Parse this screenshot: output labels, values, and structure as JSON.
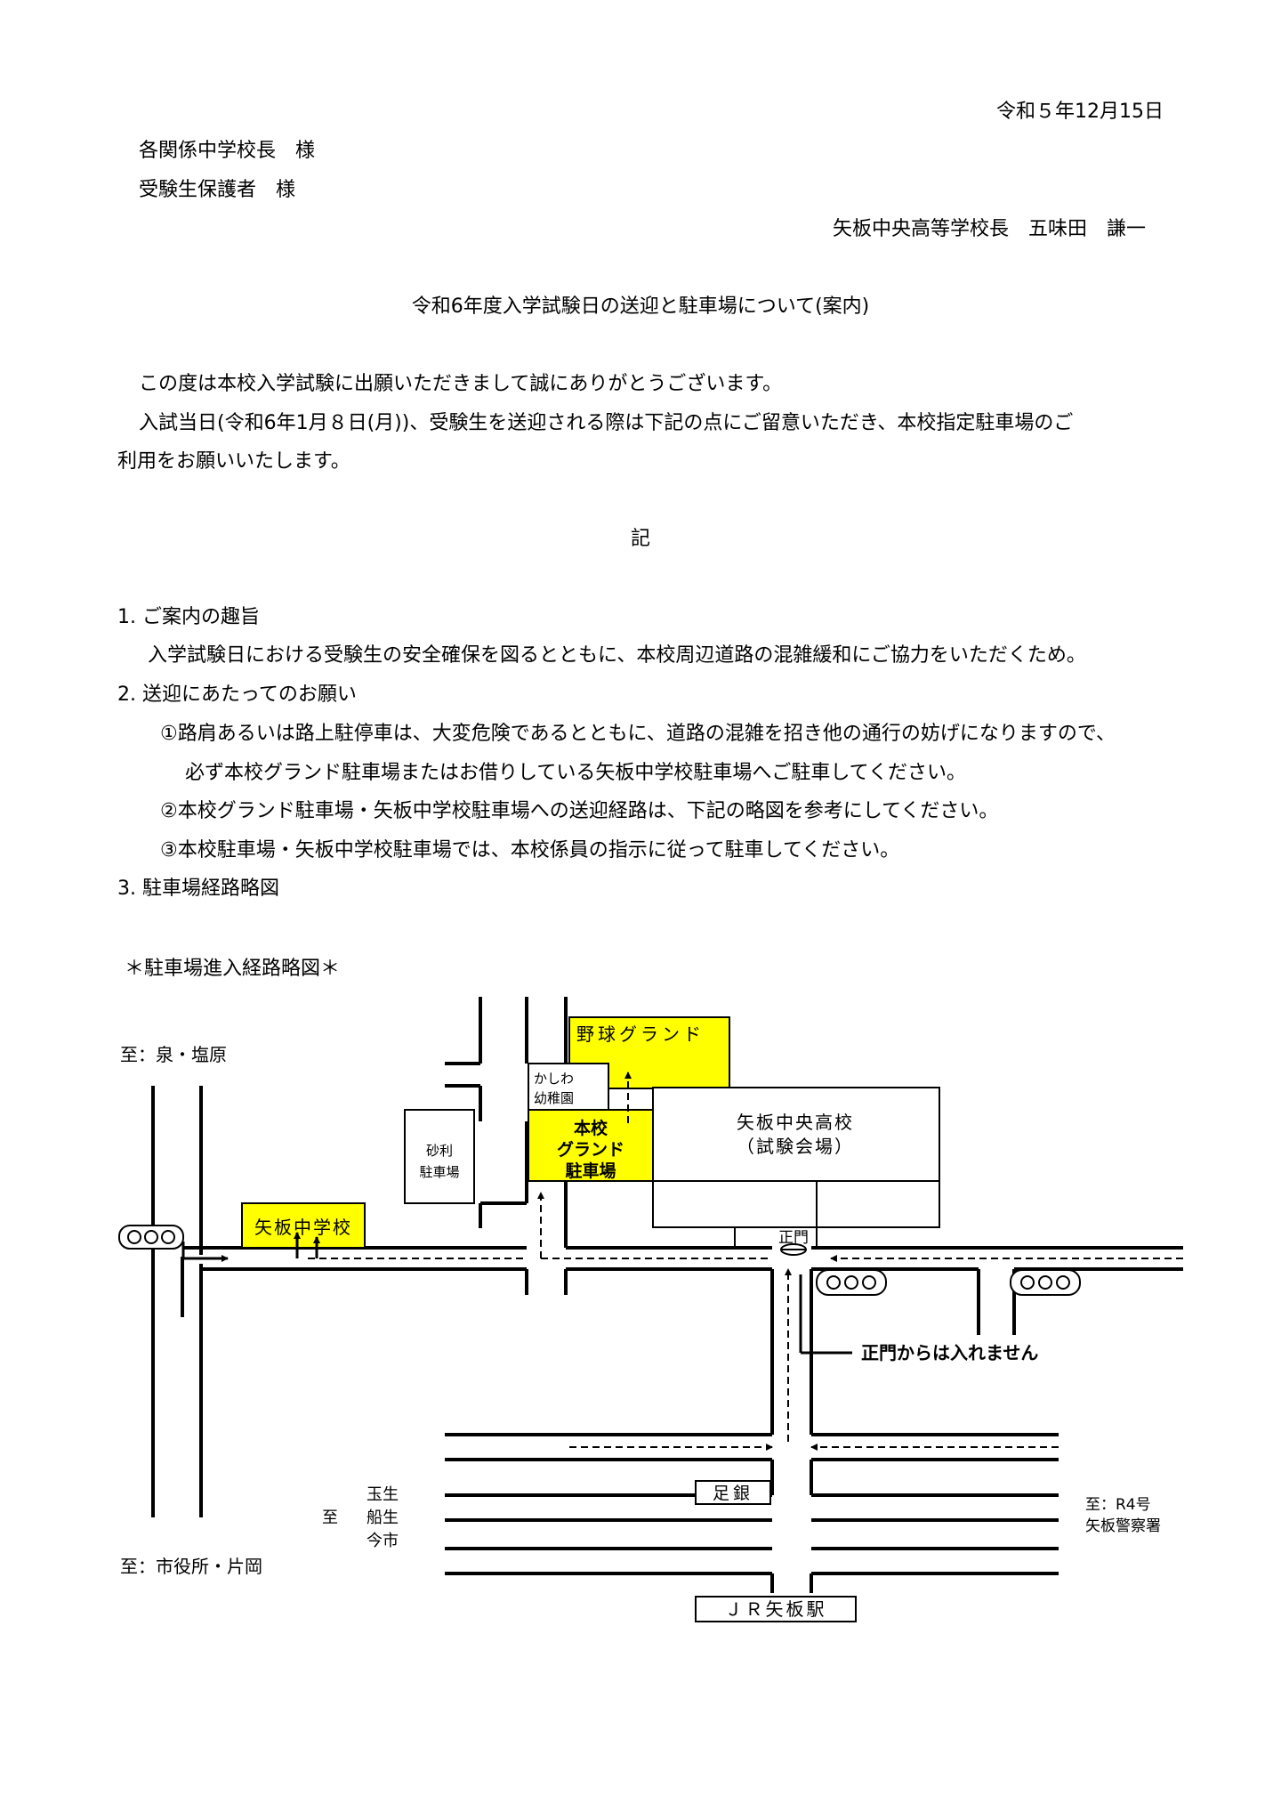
{
  "letter": {
    "date": "令和５年12月15日",
    "recipient_1": "各関係中学校長　様",
    "recipient_2": "受験生保護者　様",
    "sender": "矢板中央高等学校長　五味田　謙一",
    "title": "令和6年度入学試験日の送迎と駐車場について(案内)",
    "body_1": "この度は本校入学試験に出願いただきまして誠にありがとうございます。",
    "body_2a": "入試当日(令和6年1月８日(月))、受験生を送迎される際は下記の点にご留意いただき、本校指定駐車場のご",
    "body_2b": "利用をお願いいたします。",
    "ki": "記",
    "s1_heading": "1. ご案内の趣旨",
    "s1_text": "入学試験日における受験生の安全確保を図るとともに、本校周辺道路の混雑緩和にご協力をいただくため。",
    "s2_heading": "2. 送迎にあたってのお願い",
    "s2_item1a": "①路肩あるいは路上駐停車は、大変危険であるとともに、道路の混雑を招き他の通行の妨げになりますので、",
    "s2_item1b": "必ず本校グランド駐車場またはお借りしている矢板中学校駐車場へご駐車してください。",
    "s2_item2": "②本校グランド駐車場・矢板中学校駐車場への送迎経路は、下記の略図を参考にしてください。",
    "s2_item3": "③本校駐車場・矢板中学校駐車場では、本校係員の指示に従って駐車してください。",
    "s3_heading": "3. 駐車場経路略図"
  },
  "map": {
    "title": "＊駐車場進入経路略図＊",
    "to_izumi": "至：泉・塩原",
    "to_city_hall": "至：市役所・片岡",
    "baseball": "野球グランド",
    "kashiwa_1": "かしわ",
    "kashiwa_2": "幼稚園",
    "gravel_1": "砂利",
    "gravel_2": "駐車場",
    "ground_1": "本校",
    "ground_2": "グランド",
    "ground_3": "駐車場",
    "school_1": "矢板中央高校",
    "school_2": "（試験会場）",
    "yaita_jhs": "矢板中学校",
    "main_gate": "正門",
    "no_entry": "正門からは入れません",
    "ashigin": "足銀",
    "jr_station": "ＪＲ矢板駅",
    "to_tamanyu_label": "至",
    "tamanyu": "玉生",
    "funyu": "船生",
    "imaichi": "今市",
    "to_r4_1": "至：R4号",
    "to_r4_2": "矢板警察署",
    "colors": {
      "parking_fill": "#ffff00",
      "line": "#000000"
    }
  }
}
